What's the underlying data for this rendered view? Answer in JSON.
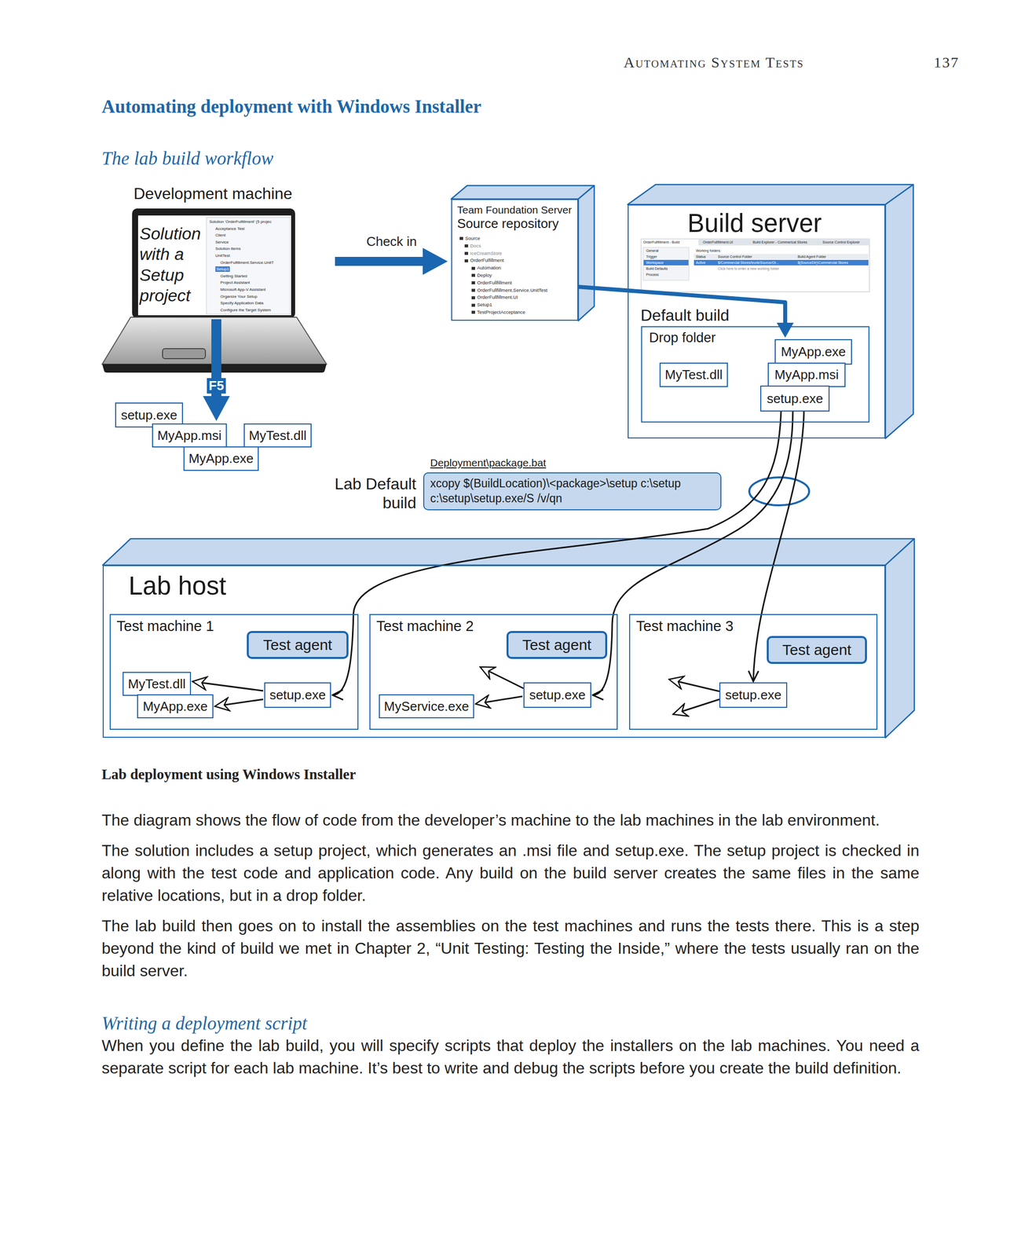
{
  "diagram": {
    "title": "The lab build workflow",
    "caption": "Lab deployment using Windows Installer",
    "nodes": [
      {
        "text": [
          "Development machine",
          "Solution with a Setup project"
        ]
      },
      {
        "text": [
          "setup.exe"
        ]
      },
      {
        "text": [
          "MyApp.msi"
        ]
      },
      {
        "text": [
          "MyTest.dll"
        ]
      },
      {
        "text": [
          "MyApp.exe"
        ]
      },
      {
        "text": [
          "Team Foundation Server",
          "Source repository"
        ]
      },
      {
        "text": [
          "Build server"
        ]
      },
      {
        "text": [
          "Default build",
          "Drop folder"
        ],
        "in": 6
      },
      {
        "text": [
          "MyApp.exe"
        ],
        "in": 7
      },
      {
        "text": [
          "MyTest.dll"
        ],
        "in": 7
      },
      {
        "text": [
          "MyApp.msi"
        ],
        "in": 7
      },
      {
        "text": [
          "setup.exe"
        ],
        "in": 7
      },
      {
        "text": [
          "Lab Default build",
          "Deployment\\package.bat",
          "xcopy $(BuildLocation)\\<package>\\setup c:\\setup c:\\setup\\setup.exe/S /v/qn"
        ]
      },
      {
        "text": [
          "Lab host"
        ]
      },
      {
        "text": [
          "Test machine 1"
        ],
        "in": 13
      },
      {
        "text": [
          "Test agent"
        ],
        "in": 14
      },
      {
        "text": [
          "MyTest.dll"
        ],
        "in": 14
      },
      {
        "text": [
          "MyApp.exe"
        ],
        "in": 14
      },
      {
        "text": [
          "setup.exe"
        ],
        "in": 14
      },
      {
        "text": [
          "Test machine 2"
        ],
        "in": 13
      },
      {
        "text": [
          "Test agent"
        ],
        "in": 19
      },
      {
        "text": [
          "MyService.exe"
        ],
        "in": 19
      },
      {
        "text": [
          "setup.exe"
        ],
        "in": 19
      },
      {
        "text": [
          "Test machine 3"
        ],
        "in": 13
      },
      {
        "text": [
          "Test agent"
        ],
        "in": 23
      },
      {
        "text": [
          "setup.exe"
        ],
        "in": 23
      }
    ],
    "edges": [
      {
        "from": 0,
        "to": 5,
        "arrow": "to",
        "label": "Check in"
      },
      {
        "from": 0,
        "to": 2,
        "arrow": "to",
        "label": "F5"
      },
      {
        "from": 5,
        "to": 8,
        "arrow": "to"
      },
      {
        "from": 11,
        "to": 18,
        "arrow": "to"
      },
      {
        "from": 11,
        "to": 22,
        "arrow": "to"
      },
      {
        "from": 11,
        "to": 25,
        "arrow": "to"
      },
      {
        "from": 18,
        "to": 16,
        "arrow": "to"
      },
      {
        "from": 18,
        "to": 17,
        "arrow": "to"
      },
      {
        "from": 22,
        "to": 21,
        "arrow": "to"
      }
    ],
    "labels": [
      "Automating System Tests",
      "137",
      "Automating deployment with Windows Installer",
      "Solution 'OrderFulfillment' (5 projec",
      "Acceptance Test",
      "Client",
      "Service",
      "Solution Items",
      "UnitTest",
      "OrderFulfillment.Service.UnitT",
      "Setup1",
      "Getting Started",
      "Project Assistant",
      "Microsoft App-V Assistant",
      "Organize Your Setup",
      "Specify Application Data",
      "Configure the Target System",
      "Source",
      "Docs",
      "IceCreamStore",
      "OrderFulfillment",
      "Automation",
      "Deploy",
      "OrderFullfillment",
      "OrderFullfillment.Service.UnitTest",
      "OrderFullfillment.UI",
      "Setup1",
      "TestProjectAcceptance",
      "OrderFullfillment - Build",
      "OrderFullfillment.UI",
      "Build Explorer - Commerical Stores",
      "Source Control Explorer",
      "General",
      "Trigger",
      "Workspace",
      "Build Defaults",
      "Process",
      "Working folders:",
      "Status",
      "Source Control Folder",
      "Build Agent Folder",
      "Active",
      "$/Commercial Stores/trunk/Source/Or...",
      "$(SourceDir)\\Commercial Stores",
      "Click here to enter a new working folder",
      "The diagram shows the flow of code from the developer’s machine to the lab machines in the lab environment.",
      "The solution includes a setup project, which generates an .msi file and setup.exe. The setup project is checked in along with the test code and application code. Any build on the build server creates the same files in the same relative locations, but in a drop folder.",
      "The lab build then goes on to install the assemblies on the test machines and runs the tests there. This is a step beyond the kind of build we met in Chapter 2, “Unit Testing: Testing the Inside,” where the tests usually ran on the build server.",
      "Writing a deployment script",
      "When you define the lab build, you will specify scripts that deploy the installers on the lab machines. You need a separate script for each lab machine. It’s best to write and debug the scripts before you create the build definition."
    ]
  }
}
